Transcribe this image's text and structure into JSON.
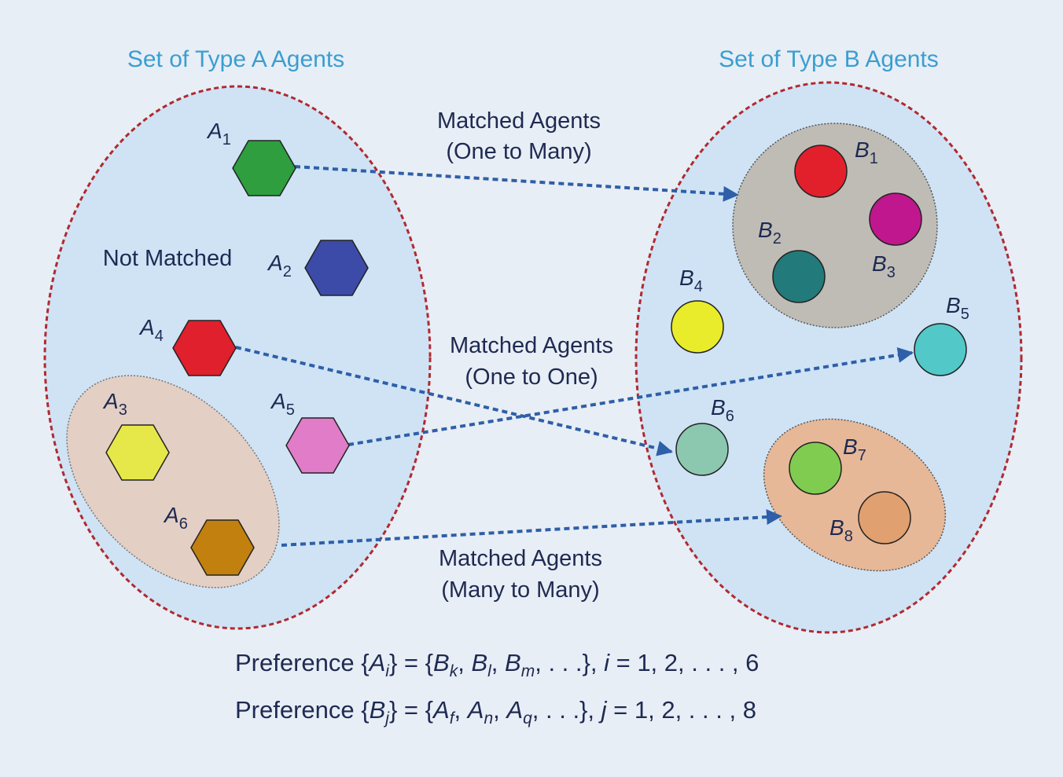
{
  "titles": {
    "set_a": "Set of Type A Agents",
    "set_b": "Set of Type B Agents"
  },
  "captions": {
    "one_to_many": [
      "Matched Agents",
      "(One to Many)"
    ],
    "one_to_one": [
      "Matched Agents",
      "(One to One)"
    ],
    "many_to_many": [
      "Matched Agents",
      "(Many to Many)"
    ],
    "not_matched": "Not Matched"
  },
  "agents_a": [
    {
      "id": "A",
      "sub": "1",
      "shape": "hexagon",
      "color": "#2e9e3e"
    },
    {
      "id": "A",
      "sub": "2",
      "shape": "hexagon",
      "color": "#3c4aa8"
    },
    {
      "id": "A",
      "sub": "3",
      "shape": "hexagon",
      "color": "#e6e84a"
    },
    {
      "id": "A",
      "sub": "4",
      "shape": "hexagon",
      "color": "#e0202c"
    },
    {
      "id": "A",
      "sub": "5",
      "shape": "hexagon",
      "color": "#e07cc8"
    },
    {
      "id": "A",
      "sub": "6",
      "shape": "hexagon",
      "color": "#c2800e"
    }
  ],
  "agents_b": [
    {
      "id": "B",
      "sub": "1",
      "shape": "circle",
      "color": "#e2202c"
    },
    {
      "id": "B",
      "sub": "2",
      "shape": "circle",
      "color": "#227a7a"
    },
    {
      "id": "B",
      "sub": "3",
      "shape": "circle",
      "color": "#c0168e"
    },
    {
      "id": "B",
      "sub": "4",
      "shape": "circle",
      "color": "#e8ec2a"
    },
    {
      "id": "B",
      "sub": "5",
      "shape": "circle",
      "color": "#52c8c8"
    },
    {
      "id": "B",
      "sub": "6",
      "shape": "circle",
      "color": "#8cc8b0"
    },
    {
      "id": "B",
      "sub": "7",
      "shape": "circle",
      "color": "#80cc50"
    },
    {
      "id": "B",
      "sub": "8",
      "shape": "circle",
      "color": "#e0a070"
    }
  ],
  "formulas": {
    "a": {
      "prefix": "Preference {",
      "base": "A",
      "sub": "i",
      "mid": "} = {",
      "items": [
        {
          "base": "B",
          "sub": "k"
        },
        {
          "base": "B",
          "sub": "l"
        },
        {
          "base": "B",
          "sub": "m"
        }
      ],
      "tail": ", . . .}, ",
      "index_var": "i",
      "index_range": " = 1, 2, . . . , 6"
    },
    "b": {
      "prefix": "Preference {",
      "base": "B",
      "sub": "j",
      "mid": "} = {",
      "items": [
        {
          "base": "A",
          "sub": "f"
        },
        {
          "base": "A",
          "sub": "n"
        },
        {
          "base": "A",
          "sub": "q"
        }
      ],
      "tail": ", . . .}, ",
      "index_var": "j",
      "index_range": " = 1, 2, . . . , 8"
    }
  },
  "colors": {
    "set_fill": "#cfe3f5",
    "set_border": "#b02a30",
    "group_b1_fill": "#bfbcb6",
    "group_a_fill": "#e3cfc4",
    "group_b7_fill": "#e6b898",
    "arrow": "#2e5fa8",
    "text_dark": "#1e2a52",
    "title_blue": "#3a9ed2"
  }
}
